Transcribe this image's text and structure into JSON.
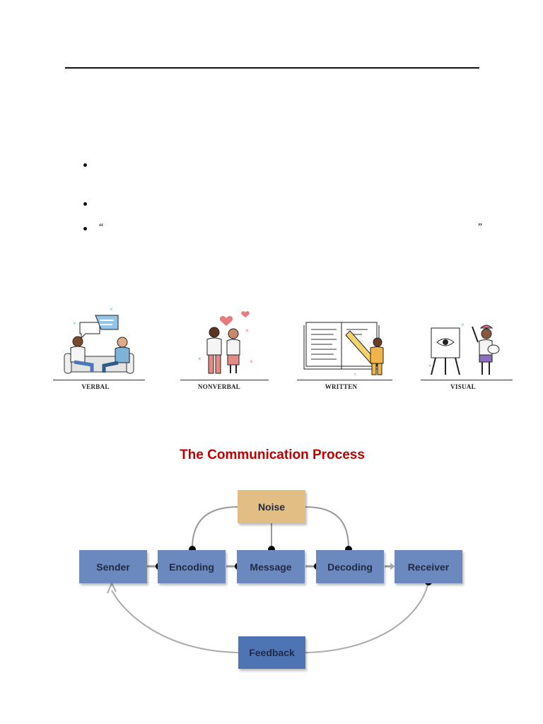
{
  "document": {
    "bullets": [
      {
        "has_open_quote": false,
        "has_close_quote": false
      },
      {
        "has_open_quote": false,
        "has_close_quote": false
      },
      {
        "has_open_quote": true,
        "has_close_quote": true
      }
    ],
    "open_quote": "“",
    "close_quote": "”"
  },
  "communication_types": [
    {
      "label": "VERBAL",
      "icon": "conversation-illustration-icon"
    },
    {
      "label": "NONVERBAL",
      "icon": "body-language-illustration-icon"
    },
    {
      "label": "WRITTEN",
      "icon": "book-writing-illustration-icon"
    },
    {
      "label": "VISUAL",
      "icon": "painting-easel-illustration-icon"
    }
  ],
  "process_diagram": {
    "title": "The Communication Process",
    "nodes": {
      "noise": "Noise",
      "sender": "Sender",
      "encoding": "Encoding",
      "message": "Message",
      "decoding": "Decoding",
      "receiver": "Receiver",
      "feedback": "Feedback"
    },
    "colors": {
      "title": "#c00000",
      "stage_box": "#6b88bf",
      "noise_box": "#e2bd84",
      "feedback_box": "#4f74b3"
    }
  }
}
